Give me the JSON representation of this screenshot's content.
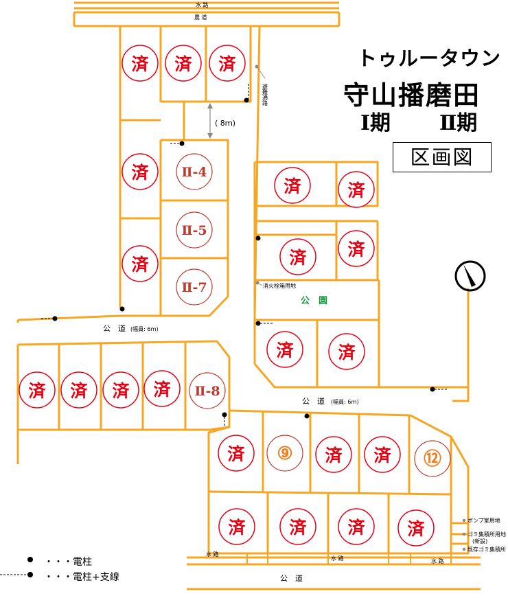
{
  "title": {
    "line1": "トゥルータウン",
    "line2": "守山播磨田",
    "phase1": "Ⅰ期",
    "phase2": "Ⅱ期",
    "box": "区画図"
  },
  "map": {
    "sold_mark": "済",
    "lots_available": [
      {
        "label": "Ⅱ-4"
      },
      {
        "label": "Ⅱ-5"
      },
      {
        "label": "Ⅱ-7"
      },
      {
        "label": "Ⅱ-8"
      },
      {
        "label": "⑨"
      },
      {
        "label": "⑫"
      }
    ],
    "road_labels": {
      "top_waterway": "水 路",
      "farm_road": "農 道",
      "evacuation_route": "避難通路",
      "distance": "( 8ｍ)",
      "public_road_left": "公　道",
      "public_road_left_width": "(幅員: 6ｍ)",
      "public_road_right": "公　道",
      "public_road_right_width": "(幅員: 6ｍ)",
      "bottom_road": "公　道",
      "waterway_left": "水 路",
      "waterway_mid": "水 路",
      "waterway_right": "水 路"
    },
    "park": "公　園",
    "fire_hydrant": "消火栓箱用地",
    "pump": "ポンプ室用地",
    "garbage_new": "ゴミ集積所用地",
    "garbage_new_note": "(新設)",
    "garbage_existing": "既存ゴミ集積所",
    "colors": {
      "boundary": "#f5a623",
      "sold": "#e60012",
      "available_roman": "#c0392b",
      "available_circled": "#f07e1e",
      "park": "#1a9a3c"
    }
  },
  "legend": [
    {
      "label": "・・・電柱",
      "icon": "pole-dot"
    },
    {
      "label": "・・・電柱+支線",
      "icon": "pole-guy"
    }
  ],
  "compass_icon": "north-arrow"
}
